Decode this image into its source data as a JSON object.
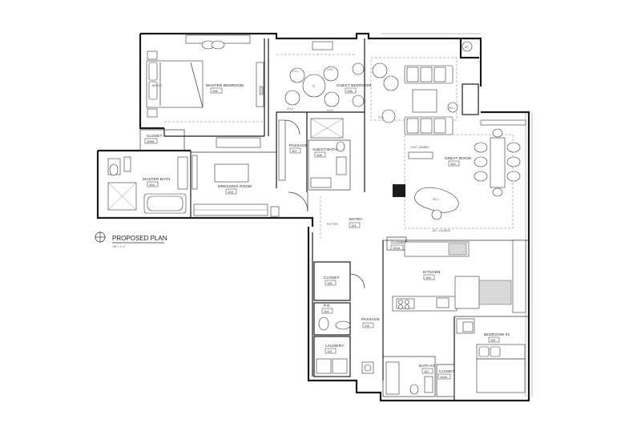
{
  "plan": {
    "title": "PROPOSED PLAN",
    "scale": "1/8\" = 1'-0\""
  },
  "rooms": {
    "master_bedroom": {
      "name": "MASTER BEDROOM",
      "number": "105"
    },
    "closet_105a": {
      "name": "CLOSET",
      "number": "105A"
    },
    "master_bath": {
      "name": "MASTER BATH",
      "number": "104"
    },
    "dressing_room": {
      "name": "DRESSING ROOM",
      "number": "103"
    },
    "passage_107": {
      "name": "PASSAGE",
      "number": "107"
    },
    "guest_bath": {
      "name": "GUEST BATH",
      "number": "108"
    },
    "guest_bedroom": {
      "name": "GUEST BEDROOM",
      "number": "106"
    },
    "great_room": {
      "name": "GREAT ROOM",
      "number": "102"
    },
    "entry": {
      "name": "ENTRY",
      "number": "101"
    },
    "closet_101a": {
      "name": "CLOSET",
      "number": "101A"
    },
    "closet_115": {
      "name": "CLOSET",
      "number": "115"
    },
    "kitchen": {
      "name": "KITCHEN",
      "number": "109"
    },
    "pr": {
      "name": "P.R.",
      "number": "114"
    },
    "passage_112": {
      "name": "PASSAGE",
      "number": "112"
    },
    "laundry": {
      "name": "LAUNDRY",
      "number": "113"
    },
    "bedroom2": {
      "name": "BEDROOM #2",
      "number": "110"
    },
    "bath2": {
      "name": "BATH #2",
      "number": "111"
    },
    "closet_110a": {
      "name": "CLOSET",
      "number": "110A"
    }
  },
  "notes": {
    "bench": "BENCH",
    "lost_cabinet": "LOST CABINET",
    "potter": "POTTER",
    "ar_lounge": "AR - LOUNGE",
    "tv": "TV",
    "desk": "DE-1",
    "ch1": "CH-1",
    "ch2": "CH-2",
    "ch3": "CH-3",
    "ch4": "CH-4",
    "st1": "ST-1",
    "rg1": "RG-1",
    "ar": "AR"
  }
}
